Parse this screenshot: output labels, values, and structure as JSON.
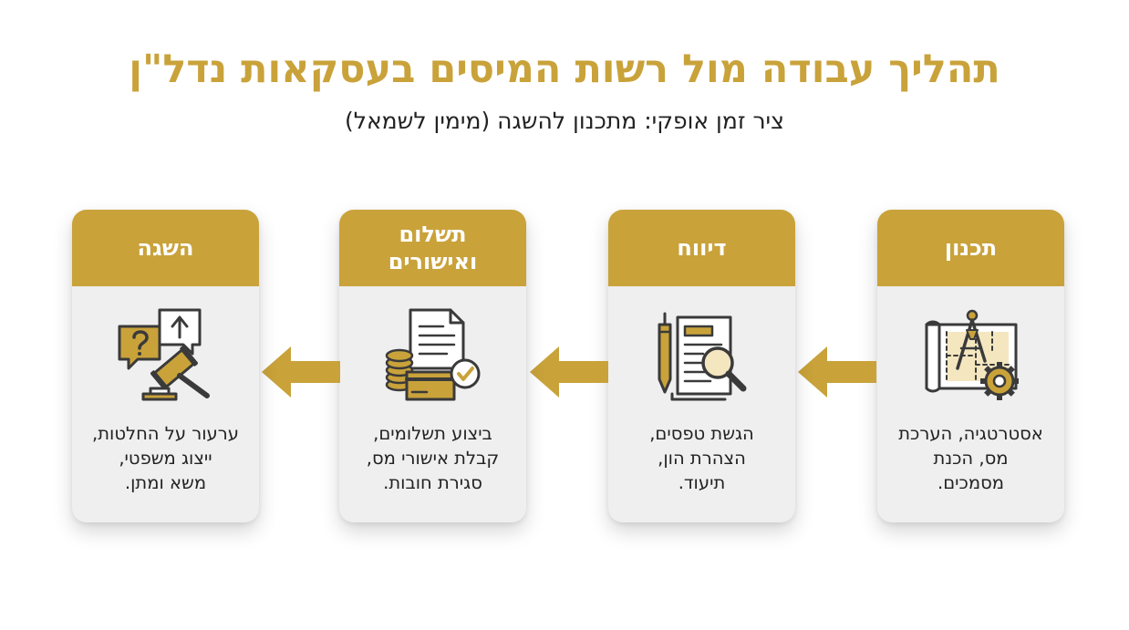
{
  "title": "תהליך עבודה מול רשות המיסים בעסקאות נדל\"ן",
  "subtitle": "ציר זמן אופקי: מתכנון להשגה (מימין לשמאל)",
  "colors": {
    "accent": "#C9A23A",
    "icon_stroke": "#3A3A3A",
    "card_bg": "#EFEFEF"
  },
  "stages": [
    {
      "title": "תכנון",
      "icon": "blueprint-compass-gear-icon",
      "description": "אסטרטגיה, הערכת\nמס, הכנת\nמסמכים."
    },
    {
      "title": "דיווח",
      "icon": "document-magnifier-pen-icon",
      "description": "הגשת טפסים,\nהצהרת הון,\nתיעוד."
    },
    {
      "title": "תשלום\nואישורים",
      "icon": "invoice-coins-card-check-icon",
      "description": "ביצוע תשלומים,\nקבלת אישורי מס,\nסגירת חובות."
    },
    {
      "title": "השגה",
      "icon": "speech-bubbles-gavel-icon",
      "description": "ערעור על החלטות,\nייצוג משפטי,\nמשא ומתן."
    }
  ]
}
